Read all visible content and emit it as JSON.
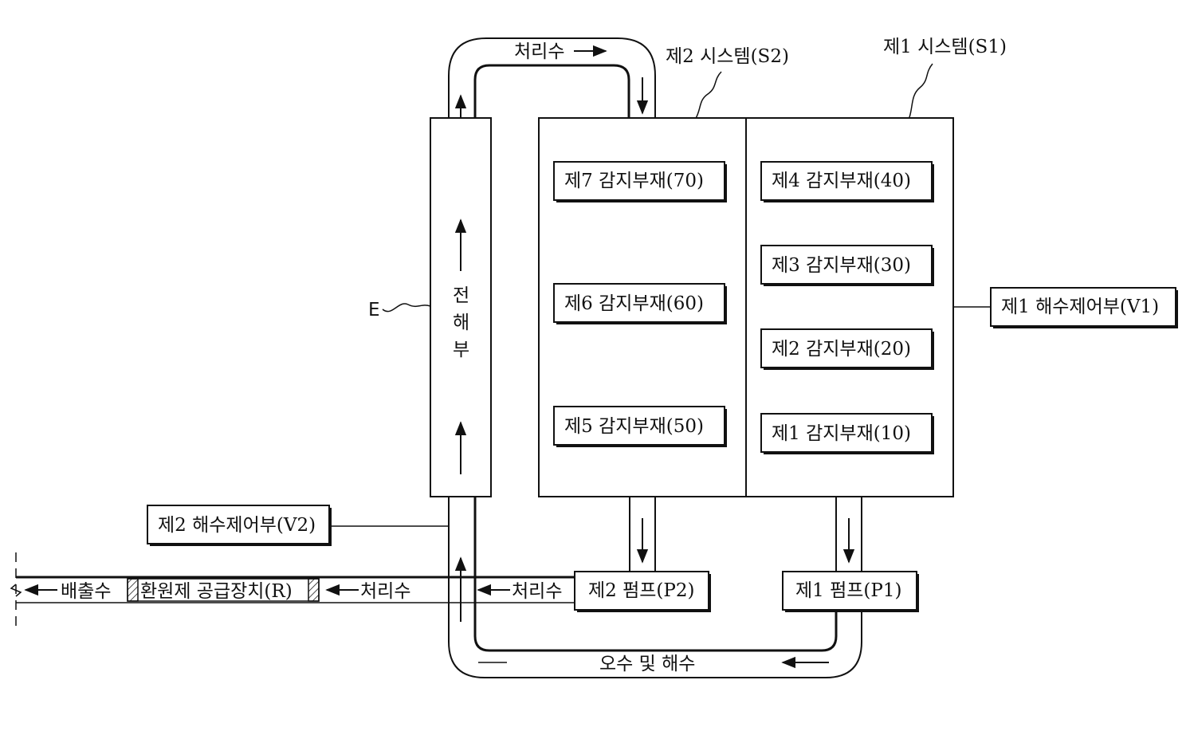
{
  "systems": {
    "s1_label": "제1 시스템(S1)",
    "s2_label": "제2 시스템(S2)"
  },
  "sensors": {
    "s70": "제7 감지부재(70)",
    "s60": "제6 감지부재(60)",
    "s50": "제5 감지부재(50)",
    "s40": "제4 감지부재(40)",
    "s30": "제3 감지부재(30)",
    "s20": "제2 감지부재(20)",
    "s10": "제1 감지부재(10)"
  },
  "controllers": {
    "v1": "제1 해수제어부(V1)",
    "v2": "제2 해수제어부(V2)"
  },
  "pumps": {
    "p1": "제1 펌프(P1)",
    "p2": "제2 펌프(P2)"
  },
  "electrolysis": {
    "label": "E",
    "char1": "전",
    "char2": "해",
    "char3": "부"
  },
  "flows": {
    "top_treated": "처리수",
    "bottom_sewage": "오수 및 해수",
    "treated_left1": "처리수",
    "treated_left2": "처리수",
    "discharge": "배출수",
    "reducer": "환원제 공급장치(R)"
  }
}
